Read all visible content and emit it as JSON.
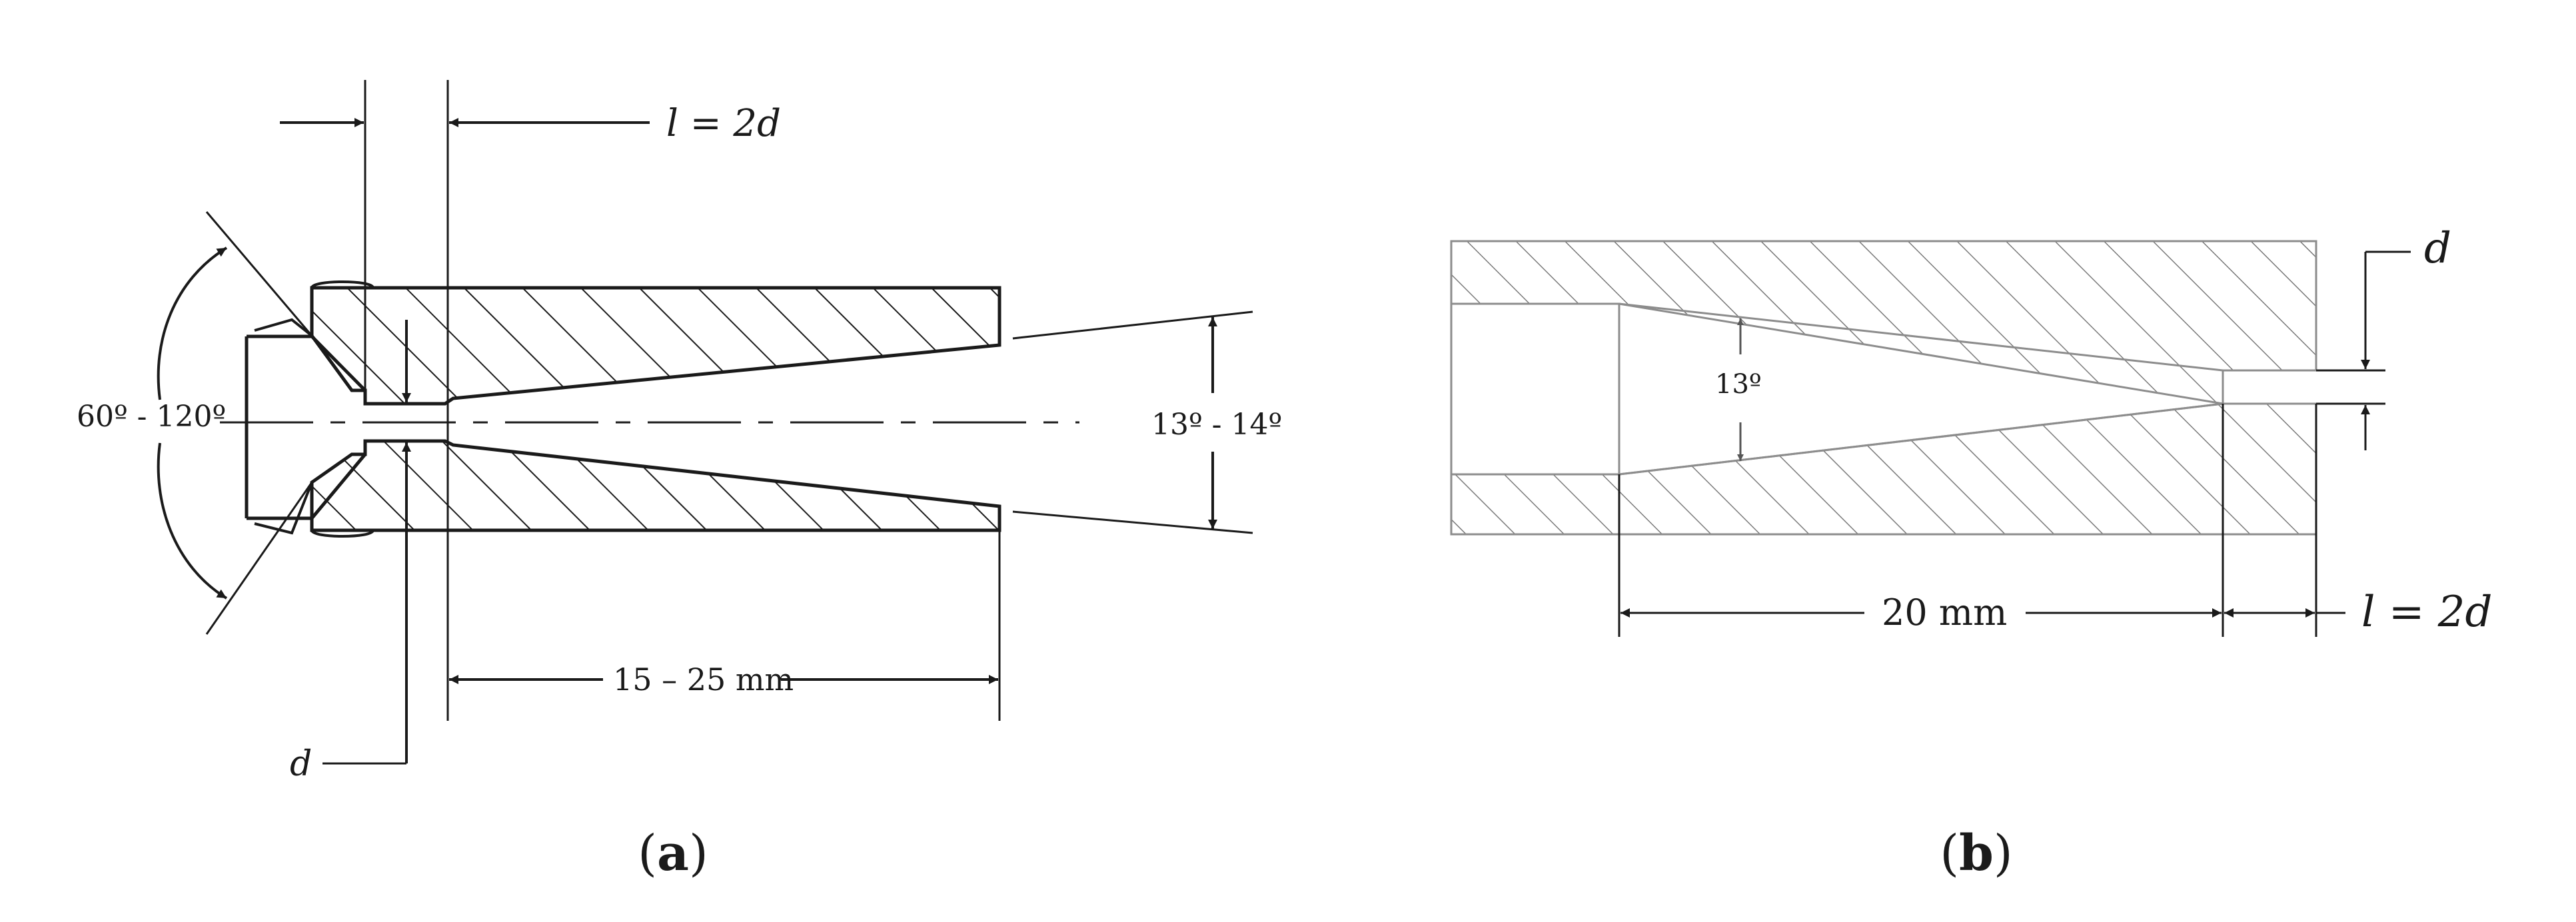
{
  "figure": {
    "a": {
      "caption_open": "(",
      "caption_letter": "a",
      "caption_close": ")",
      "label_length": "l = 2d",
      "label_angle_inlet": "60º - 120º",
      "label_angle_outlet": "13º - 14º",
      "label_span": "15 – 25 mm",
      "label_diameter": "d"
    },
    "b": {
      "caption_open": "(",
      "caption_letter": "b",
      "caption_close": ")",
      "label_diameter": "d",
      "label_angle": "13º",
      "label_span": "20 mm",
      "label_length": "l = 2d"
    }
  }
}
